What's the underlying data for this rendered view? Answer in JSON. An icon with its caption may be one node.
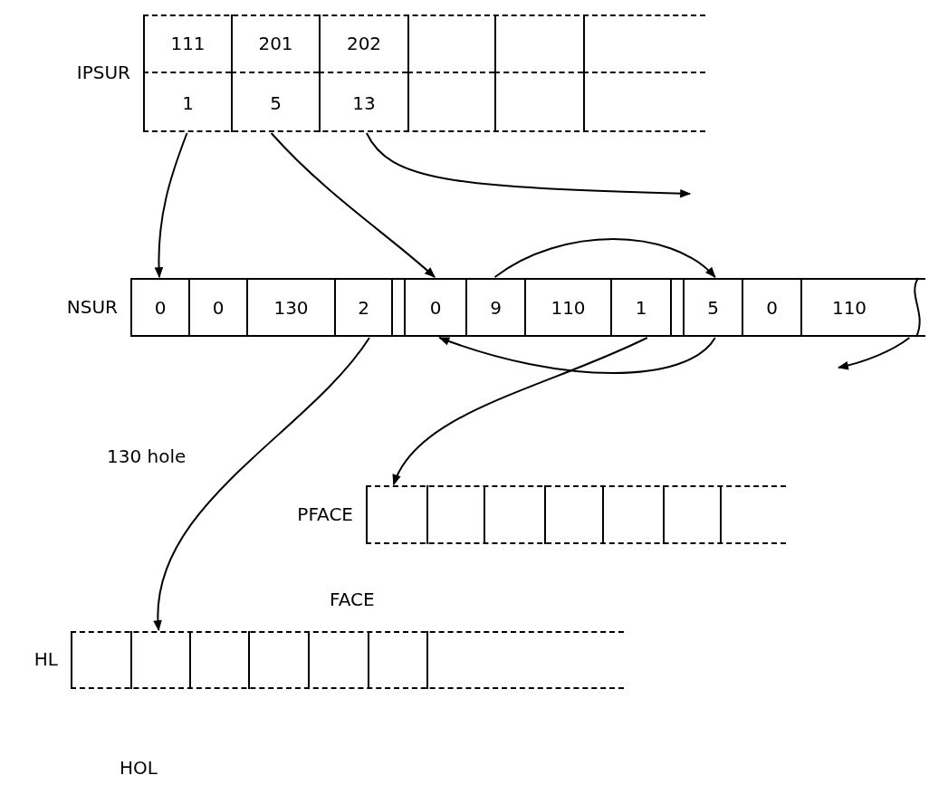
{
  "diagram": {
    "nodes": [
      {
        "text": [
          "IPSUR"
        ]
      },
      {
        "text": [
          "111"
        ],
        "in": 0
      },
      {
        "text": [
          "201"
        ],
        "in": 0
      },
      {
        "text": [
          "202"
        ],
        "in": 0
      },
      {
        "text": [],
        "shape": "box",
        "in": 0
      },
      {
        "text": [],
        "shape": "box",
        "in": 0
      },
      {
        "text": [],
        "shape": "box",
        "in": 0
      },
      {
        "text": [
          "1"
        ],
        "in": 0
      },
      {
        "text": [
          "5"
        ],
        "in": 0
      },
      {
        "text": [
          "13"
        ],
        "in": 0
      },
      {
        "text": [],
        "shape": "box",
        "in": 0
      },
      {
        "text": [],
        "shape": "box",
        "in": 0
      },
      {
        "text": [],
        "shape": "box",
        "in": 0
      },
      {
        "text": [
          "NSUR"
        ]
      },
      {
        "text": [
          "0"
        ],
        "in": 13
      },
      {
        "text": [
          "0"
        ],
        "in": 13
      },
      {
        "text": [
          "130"
        ],
        "in": 13
      },
      {
        "text": [
          "2"
        ],
        "in": 13
      },
      {
        "text": [
          "0"
        ],
        "in": 13
      },
      {
        "text": [
          "9"
        ],
        "in": 13
      },
      {
        "text": [
          "110"
        ],
        "in": 13
      },
      {
        "text": [
          "1"
        ],
        "in": 13
      },
      {
        "text": [
          "5"
        ],
        "in": 13
      },
      {
        "text": [
          "0"
        ],
        "in": 13
      },
      {
        "text": [
          "110"
        ],
        "in": 13
      },
      {
        "text": [
          "PFACE"
        ]
      },
      {
        "text": [],
        "shape": "box",
        "in": 25
      },
      {
        "text": [],
        "shape": "box",
        "in": 25
      },
      {
        "text": [],
        "shape": "box",
        "in": 25
      },
      {
        "text": [],
        "shape": "box",
        "in": 25
      },
      {
        "text": [],
        "shape": "box",
        "in": 25
      },
      {
        "text": [],
        "shape": "box",
        "in": 25
      },
      {
        "text": [],
        "shape": "box",
        "in": 25
      },
      {
        "text": [
          "HL"
        ]
      },
      {
        "text": [],
        "shape": "box",
        "in": 33
      },
      {
        "text": [],
        "shape": "box",
        "in": 33
      },
      {
        "text": [],
        "shape": "box",
        "in": 33
      },
      {
        "text": [],
        "shape": "box",
        "in": 33
      },
      {
        "text": [],
        "shape": "box",
        "in": 33
      },
      {
        "text": [],
        "shape": "box",
        "in": 33
      },
      {
        "text": [],
        "shape": "box",
        "in": 33
      }
    ],
    "edges": [
      {
        "from": 7,
        "to": 14,
        "arrow": "to"
      },
      {
        "from": 8,
        "to": 18,
        "arrow": "to"
      },
      {
        "from": 9,
        "to": null,
        "arrow": "to"
      },
      {
        "from": 19,
        "to": 22,
        "arrow": "to"
      },
      {
        "from": 22,
        "to": 18,
        "arrow": "to"
      },
      {
        "from": 21,
        "to": 26,
        "arrow": "to"
      },
      {
        "from": 17,
        "to": 35,
        "arrow": "to"
      },
      {
        "from": 13,
        "to": null,
        "arrow": "to"
      }
    ],
    "labels": [
      "130 hole",
      "FACE",
      "HOL"
    ]
  }
}
